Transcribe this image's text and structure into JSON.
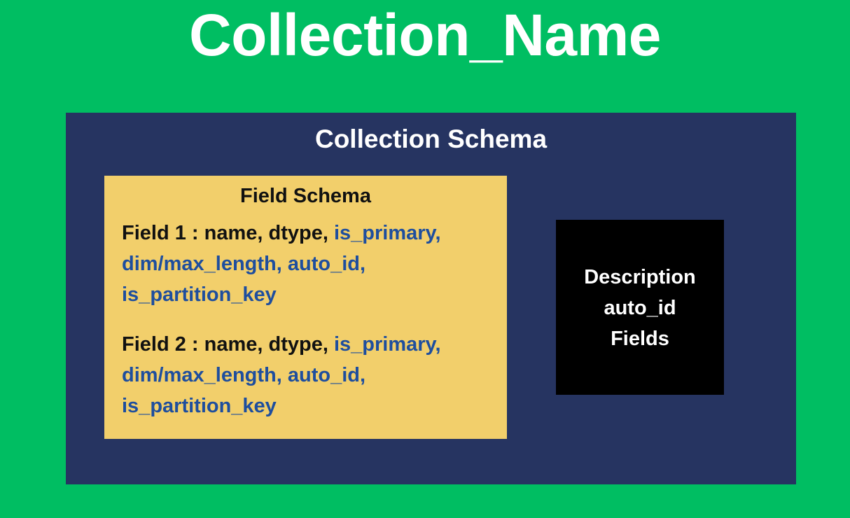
{
  "title": "Collection_Name",
  "collection_schema": {
    "title": "Collection Schema",
    "field_schema": {
      "title": "Field Schema",
      "fields": [
        {
          "label": "Field 1 : ",
          "basic_attrs": "name, dtype, ",
          "extra_line1": "is_primary,",
          "extra_line2": "dim/max_length, auto_id,",
          "extra_line3": "is_partition_key"
        },
        {
          "label": "Field 2 : ",
          "basic_attrs": "name, dtype, ",
          "extra_line1": "is_primary,",
          "extra_line2": "dim/max_length, auto_id,",
          "extra_line3": "is_partition_key"
        }
      ]
    },
    "properties": {
      "items": [
        "Description",
        "auto_id",
        "Fields"
      ]
    }
  },
  "colors": {
    "background": "#00BE62",
    "schema_panel": "#263461",
    "field_box": "#F2CF6B",
    "property_box": "#000000",
    "optional_text": "#1E4E9E"
  }
}
